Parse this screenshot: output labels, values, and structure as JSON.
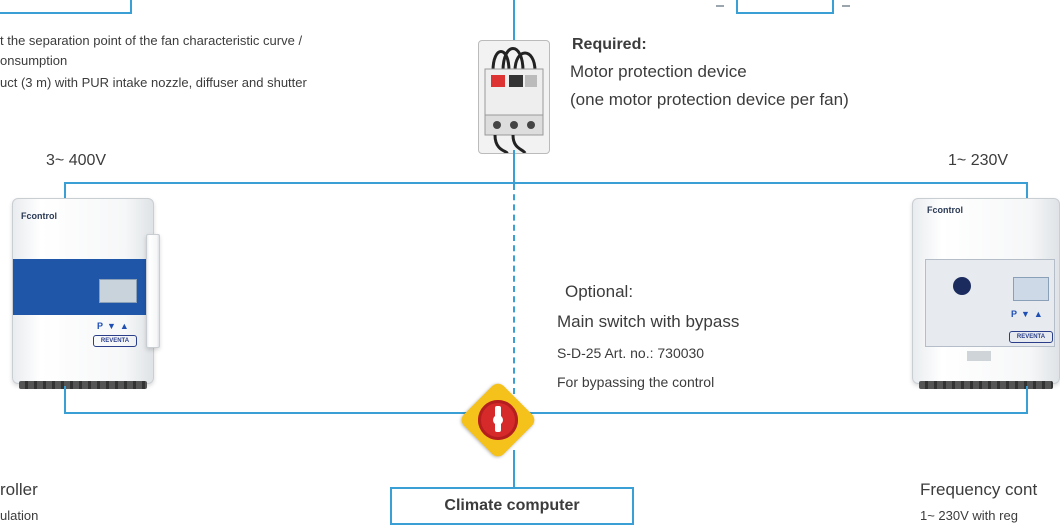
{
  "top_note": {
    "line1": "t the separation point of the fan characteristic curve /",
    "line2": "onsumption",
    "line3": "uct (3 m) with PUR intake nozzle, diffuser and shutter"
  },
  "required": {
    "heading": "Required:",
    "line1": "Motor protection device",
    "line2": "(one motor protection device per fan)"
  },
  "voltage_left": "3~ 400V",
  "voltage_right": "1~ 230V",
  "optional": {
    "heading": "Optional:",
    "line1": "Main switch with bypass",
    "line2": "S-D-25  Art. no.: 730030",
    "line3": "For bypassing the control"
  },
  "left_controller": {
    "brand": "Fcontrol",
    "caption1": "roller",
    "caption2": "ulation"
  },
  "right_controller": {
    "brand": "Fcontrol",
    "caption1": "Frequency cont",
    "caption2": "1~ 230V with reg"
  },
  "climate_computer": "Climate computer",
  "reventa_label": "REVENTA",
  "controller_buttons": "P▼▲",
  "colors": {
    "line": "#3a9fd4",
    "switch_body": "#f5c21b",
    "switch_knob": "#d62a2a",
    "panel_blue": "#1f56a8"
  }
}
